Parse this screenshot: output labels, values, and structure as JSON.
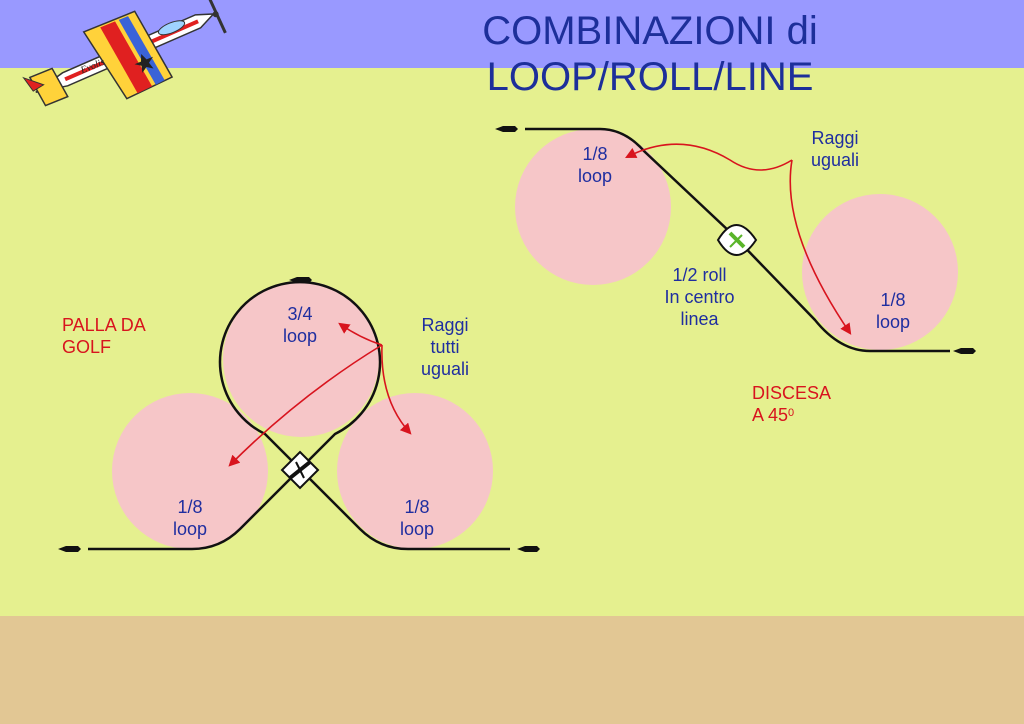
{
  "title": {
    "line1": "COMBINAZIONI di",
    "line2": "LOOP/ROLL/LINE"
  },
  "plane_logo_text": "Evolis",
  "left_figure": {
    "name_line1": "PALLA DA",
    "name_line2": "GOLF",
    "top_loop": {
      "fraction": "3/4",
      "word": "loop"
    },
    "left_loop": {
      "fraction": "1/8",
      "word": "loop"
    },
    "right_loop": {
      "fraction": "1/8",
      "word": "loop"
    },
    "note_line1": "Raggi",
    "note_line2": "tutti",
    "note_line3": "uguali"
  },
  "right_figure": {
    "name_line1": "DISCESA",
    "name_line2": "A 45",
    "name_sup": "0",
    "top_loop": {
      "fraction": "1/8",
      "word": "loop"
    },
    "bottom_loop": {
      "fraction": "1/8",
      "word": "loop"
    },
    "roll_line1": "1/2 roll",
    "roll_line2": "In centro",
    "roll_line3": "linea",
    "note_line1": "Raggi",
    "note_line2": "uguali"
  },
  "colors": {
    "background": "#e5f08f",
    "header_band": "#9999ff",
    "ground_band": "#e2c794",
    "loop_fill": "#f6c6c8",
    "title_text": "#1d2f9a",
    "label_blue": "#1f2ea0",
    "label_red": "#d8141e",
    "flight_path": "#111111",
    "arrow": "#d8141e",
    "roll_marker": "#5ab52a"
  }
}
